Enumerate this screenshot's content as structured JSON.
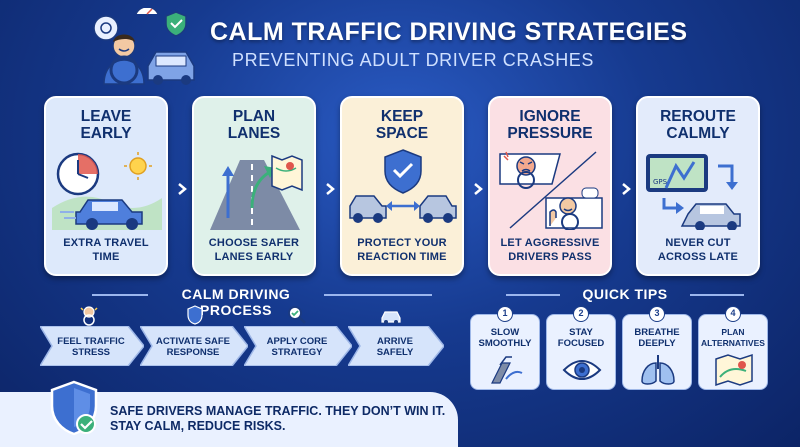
{
  "header": {
    "title": "Calm Traffic Driving Strategies",
    "subtitle": "Preventing Adult Driver Crashes"
  },
  "cards": [
    {
      "title": "Leave Early",
      "caption": "Extra Travel Time",
      "bg": "#dde9fb",
      "icon": "clock-sun-car-icon"
    },
    {
      "title": "Plan Lanes",
      "caption": "Choose Safer Lanes Early",
      "bg": "#dff1ea",
      "icon": "road-map-icon"
    },
    {
      "title": "Keep Space",
      "caption": "Protect Your Reaction Time",
      "bg": "#fbf0d8",
      "icon": "shield-gap-icon"
    },
    {
      "title": "Ignore Pressure",
      "caption": "Let Aggressive Drivers Pass",
      "bg": "#fbe0e4",
      "icon": "angry-calm-driver-icon"
    },
    {
      "title": "Reroute Calmly",
      "caption": "Never Cut Across Late",
      "bg": "#e3ebfb",
      "icon": "gps-reroute-icon"
    }
  ],
  "process": {
    "title": "Calm Driving Process",
    "steps": [
      {
        "label": "Feel Traffic Stress",
        "icon": "stressed-driver-icon"
      },
      {
        "label": "Activate Safe Response",
        "icon": "shield-icon"
      },
      {
        "label": "Apply Core Strategy",
        "icon": "magnifier-check-icon"
      },
      {
        "label": "Arrive Safely",
        "icon": "car-icon"
      }
    ]
  },
  "tips": {
    "title": "Quick Tips",
    "items": [
      {
        "num": "1",
        "label": "Slow Smoothly",
        "icon": "brake-pedal-icon"
      },
      {
        "num": "2",
        "label": "Stay Focused",
        "icon": "eye-icon"
      },
      {
        "num": "3",
        "label": "Breathe Deeply",
        "icon": "lungs-icon"
      },
      {
        "num": "4",
        "label": "Plan Alternatives",
        "icon": "map-icon"
      }
    ]
  },
  "footer": {
    "line1": "Safe drivers manage traffic. They don’t win it.",
    "line2": "Stay calm, reduce risks."
  },
  "colors": {
    "background": "#163a8f",
    "accent_green": "#3bb07a",
    "accent_red": "#e0564b",
    "text_dark": "#10306e"
  }
}
